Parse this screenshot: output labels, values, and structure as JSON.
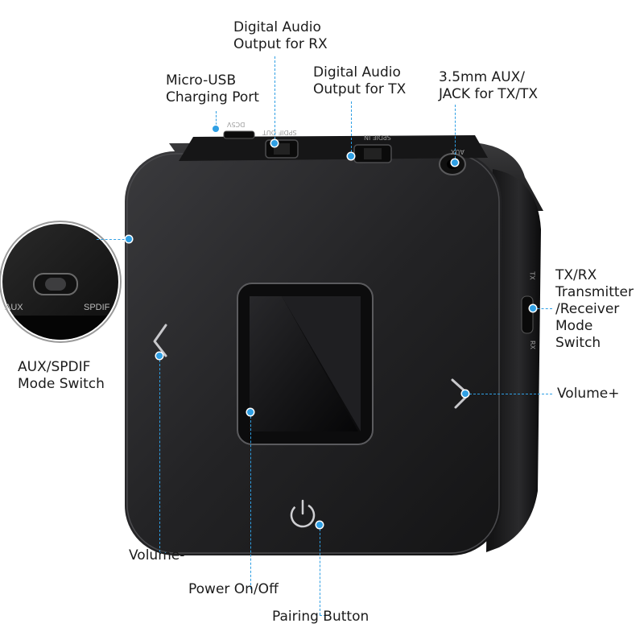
{
  "labels": {
    "digital_rx": [
      "Digital Audio",
      "Output for RX"
    ],
    "micro_usb": [
      "Micro-USB",
      "Charging Port"
    ],
    "digital_tx": [
      "Digital Audio",
      "Output for TX"
    ],
    "aux_jack": [
      "3.5mm AUX/",
      "JACK for TX/TX"
    ],
    "txrx_switch": [
      "TX/RX",
      "Transmitter",
      "/Receiver",
      "Mode",
      "Switch"
    ],
    "aux_spdif_switch": [
      "AUX/SPDIF",
      "Mode Switch"
    ],
    "volume_up": "Volume+",
    "volume_down": "Volume-",
    "power": "Power On/Off",
    "pairing": "Pairing Button"
  },
  "device_markings": {
    "switch_left": "AUX",
    "switch_right": "SPDIF",
    "top_usb": "DC5V",
    "top_spdif_out": "SPDIF OUT",
    "top_spdif_in": "SPDIF IN",
    "top_aux": "AUX",
    "side_tx": "TX",
    "side_rx": "RX"
  },
  "colors": {
    "accent": "#2f9fe4",
    "device_body": "#1a1a1c",
    "text": "#1b1b1b"
  }
}
